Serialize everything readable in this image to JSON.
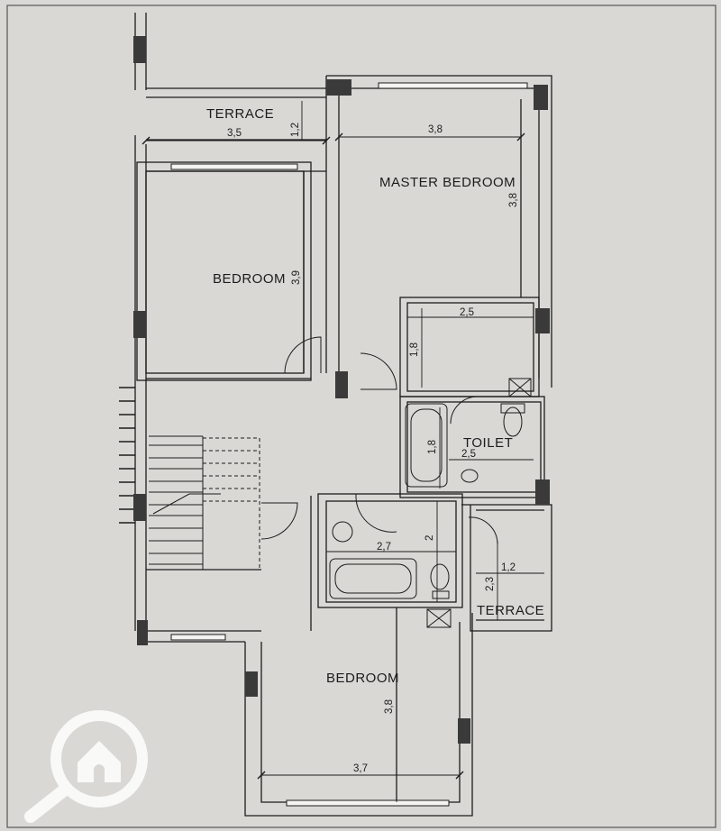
{
  "rooms": {
    "terrace_top": "TERRACE",
    "master_bedroom": "MASTER BEDROOM",
    "bedroom_upper": "BEDROOM",
    "toilet": "TOILET",
    "terrace_bottom": "TERRACE",
    "bedroom_lower": "BEDROOM"
  },
  "dimensions": {
    "terrace_top_width": "3,5",
    "terrace_top_depth": "1,2",
    "master_width": "3,8",
    "master_depth": "3,8",
    "bedroom_upper_depth": "3,9",
    "closet_width": "2,5",
    "closet_depth": "1,8",
    "toilet_depth": "1,8",
    "toilet_width": "2,5",
    "bath_width": "2,7",
    "bath_depth": "2",
    "terrace_bottom_width": "1,2",
    "terrace_bottom_depth": "2,3",
    "bedroom_lower_depth": "3,8",
    "bedroom_lower_width": "3,7"
  },
  "colors": {
    "paper": "#d9d8d5",
    "ink": "#1c1c1c",
    "wall_fill": "#f4f3f0",
    "column": "#3a3a3a"
  },
  "watermark_icon": "house-search-icon"
}
